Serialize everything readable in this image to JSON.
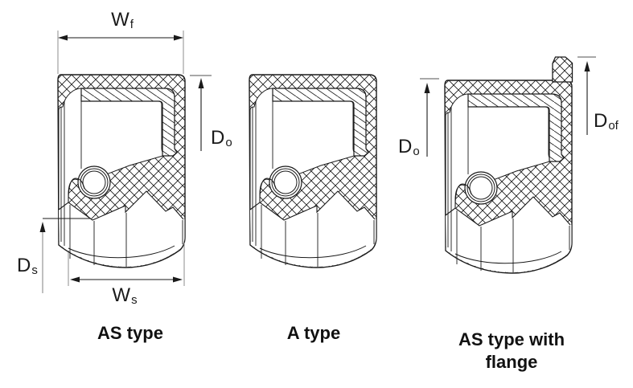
{
  "figure": {
    "type": "technical-diagram",
    "subject": "oil seal cross-section types",
    "background": "#ffffff",
    "line_color": "#1a1a1a",
    "extension_line_color": "#8c8c8c"
  },
  "diagrams": [
    {
      "caption": "AS type",
      "dimensions": {
        "width_flange": {
          "main": "W",
          "sub": "f"
        },
        "outer_diameter": {
          "main": "D",
          "sub": "o"
        },
        "shaft_diameter": {
          "main": "D",
          "sub": "s"
        },
        "seal_width": {
          "main": "W",
          "sub": "s"
        }
      }
    },
    {
      "caption": "A type"
    },
    {
      "caption_lines": [
        "AS type with",
        "flange"
      ],
      "dimensions": {
        "outer_diameter": {
          "main": "D",
          "sub": "o"
        },
        "flange_outer_diameter": {
          "main": "D",
          "sub": "of"
        }
      }
    }
  ]
}
